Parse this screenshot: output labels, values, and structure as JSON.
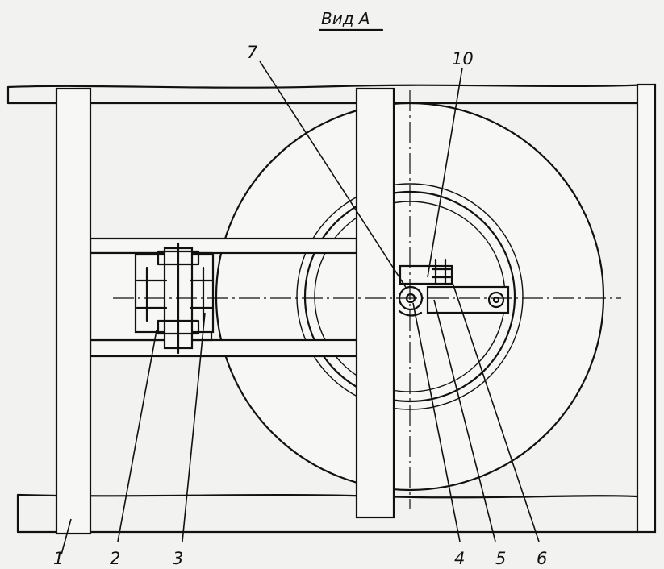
{
  "title": "Вид A",
  "callouts": [
    "1",
    "2",
    "3",
    "4",
    "5",
    "6",
    "7",
    "10"
  ]
}
